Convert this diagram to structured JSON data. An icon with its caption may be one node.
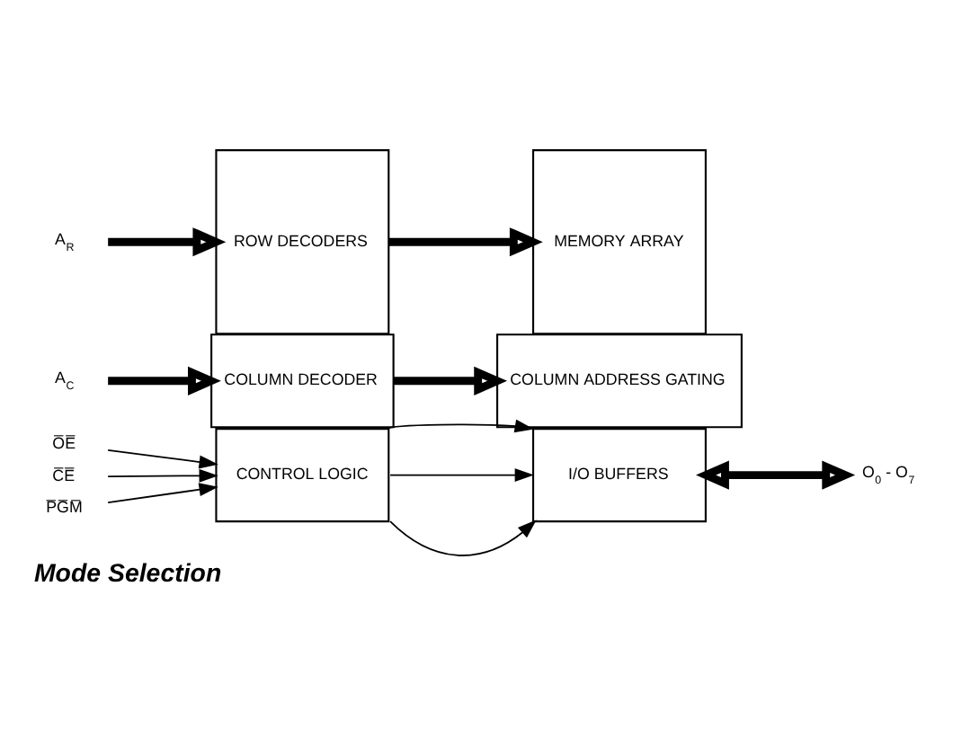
{
  "diagram": {
    "caption": "Mode Selection",
    "nodes": [
      {
        "text": [
          "A$_{R}$"
        ]
      },
      {
        "text": [
          "A$_{C}$"
        ]
      },
      {
        "text": [
          "O̅E̅"
        ]
      },
      {
        "text": [
          "C̅E̅"
        ]
      },
      {
        "text": [
          "P̅G̅M̅"
        ]
      },
      {
        "text": [
          "ROW DECODERS"
        ]
      },
      {
        "text": [
          "COLUMN DECODER"
        ]
      },
      {
        "text": [
          "CONTROL LOGIC"
        ]
      },
      {
        "text": [
          "MEMORY ARRAY"
        ]
      },
      {
        "text": [
          "COLUMN ADDRESS GATING"
        ]
      },
      {
        "text": [
          "I/O BUFFERS"
        ]
      },
      {
        "text": [
          "O$_{0}$ - O$_{7}$"
        ]
      }
    ],
    "edges": [
      {
        "from": 0,
        "to": 5,
        "arrow": "to",
        "style": "thick"
      },
      {
        "from": 1,
        "to": 6,
        "arrow": "to",
        "style": "thick"
      },
      {
        "from": 2,
        "to": 7,
        "arrow": "to"
      },
      {
        "from": 3,
        "to": 7,
        "arrow": "to"
      },
      {
        "from": 4,
        "to": 7,
        "arrow": "to"
      },
      {
        "from": 5,
        "to": 8,
        "arrow": "to",
        "style": "thick"
      },
      {
        "from": 6,
        "to": 9,
        "arrow": "to",
        "style": "thick"
      },
      {
        "from": 7,
        "to": 10,
        "arrow": "to"
      },
      {
        "from": 7,
        "to": 10,
        "arrow": "to"
      },
      {
        "from": 7,
        "to": 10,
        "arrow": "to"
      },
      {
        "from": 10,
        "to": 11,
        "arrow": "both",
        "style": "thick"
      }
    ]
  }
}
